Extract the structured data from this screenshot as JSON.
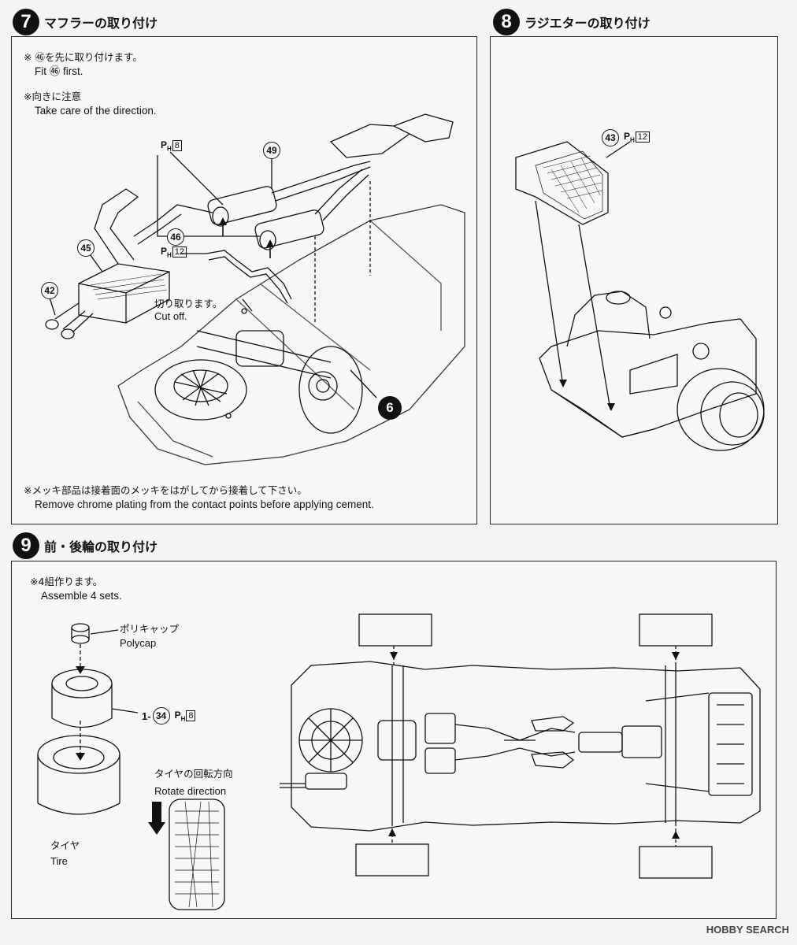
{
  "step7": {
    "number": "7",
    "title": "マフラーの取り付け",
    "note1_jp": "※ ㊻を先に取り付けます。",
    "note1_en": "Fit ㊻ first.",
    "note2_jp": "※向きに注意",
    "note2_en": "Take care of the direction.",
    "part45": "45",
    "part42": "42",
    "part46": "46",
    "part49": "49",
    "part6": "6",
    "ph_prefix": "P",
    "ph_sub": "H",
    "ph8": "8",
    "ph12": "12",
    "cut_jp": "切り取ります。",
    "cut_en": "Cut off.",
    "footer_jp": "※メッキ部品は接着面のメッキをはがしてから接着して下さい。",
    "footer_en": "Remove chrome plating from the contact points before applying cement."
  },
  "step8": {
    "number": "8",
    "title": "ラジエターの取り付け",
    "part43": "43",
    "ph12": "12"
  },
  "step9": {
    "number": "9",
    "title": "前・後輪の取り付け",
    "note_jp": "※4組作ります。",
    "note_en": "Assemble 4 sets.",
    "polycap_jp": "ポリキャップ",
    "polycap_en": "Polycap",
    "part_prefix": "1-",
    "part34": "34",
    "ph8": "8",
    "rotate_jp": "タイヤの回転方向",
    "rotate_en": "Rotate direction",
    "tire_jp": "タイヤ",
    "tire_en": "Tire"
  },
  "watermark": "HOBBY SEARCH"
}
